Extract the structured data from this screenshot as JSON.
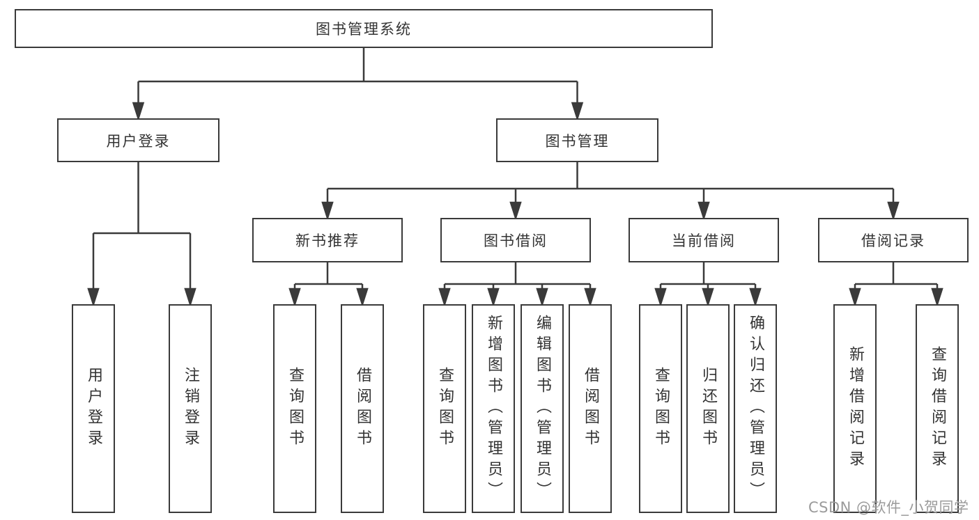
{
  "diagram": {
    "type": "tree",
    "root": {
      "label": "图书管理系统"
    },
    "level2": [
      {
        "label": "用户登录"
      },
      {
        "label": "图书管理"
      }
    ],
    "level3": [
      {
        "label": "新书推荐",
        "parent": "图书管理"
      },
      {
        "label": "图书借阅",
        "parent": "图书管理"
      },
      {
        "label": "当前借阅",
        "parent": "图书管理"
      },
      {
        "label": "借阅记录",
        "parent": "图书管理"
      }
    ],
    "leaves": [
      {
        "label": "用户登录",
        "parent": "用户登录"
      },
      {
        "label": "注销登录",
        "parent": "用户登录"
      },
      {
        "label": "查询图书",
        "parent": "新书推荐"
      },
      {
        "label": "借阅图书",
        "parent": "新书推荐"
      },
      {
        "label": "查询图书",
        "parent": "图书借阅"
      },
      {
        "label": "新增图书（管理员）",
        "parent": "图书借阅"
      },
      {
        "label": "编辑图书（管理员）",
        "parent": "图书借阅"
      },
      {
        "label": "借阅图书",
        "parent": "图书借阅"
      },
      {
        "label": "查询图书",
        "parent": "当前借阅"
      },
      {
        "label": "归还图书",
        "parent": "当前借阅"
      },
      {
        "label": "确认归还（管理员）",
        "parent": "当前借阅"
      },
      {
        "label": "新增借阅记录",
        "parent": "借阅记录"
      },
      {
        "label": "查询借阅记录",
        "parent": "借阅记录"
      }
    ],
    "colors": {
      "line": "#3a3a3a",
      "text": "#333333",
      "background": "#ffffff",
      "watermark_gray": "#9b9b9b"
    }
  },
  "watermark": "CSDN @软件_小贺同学"
}
